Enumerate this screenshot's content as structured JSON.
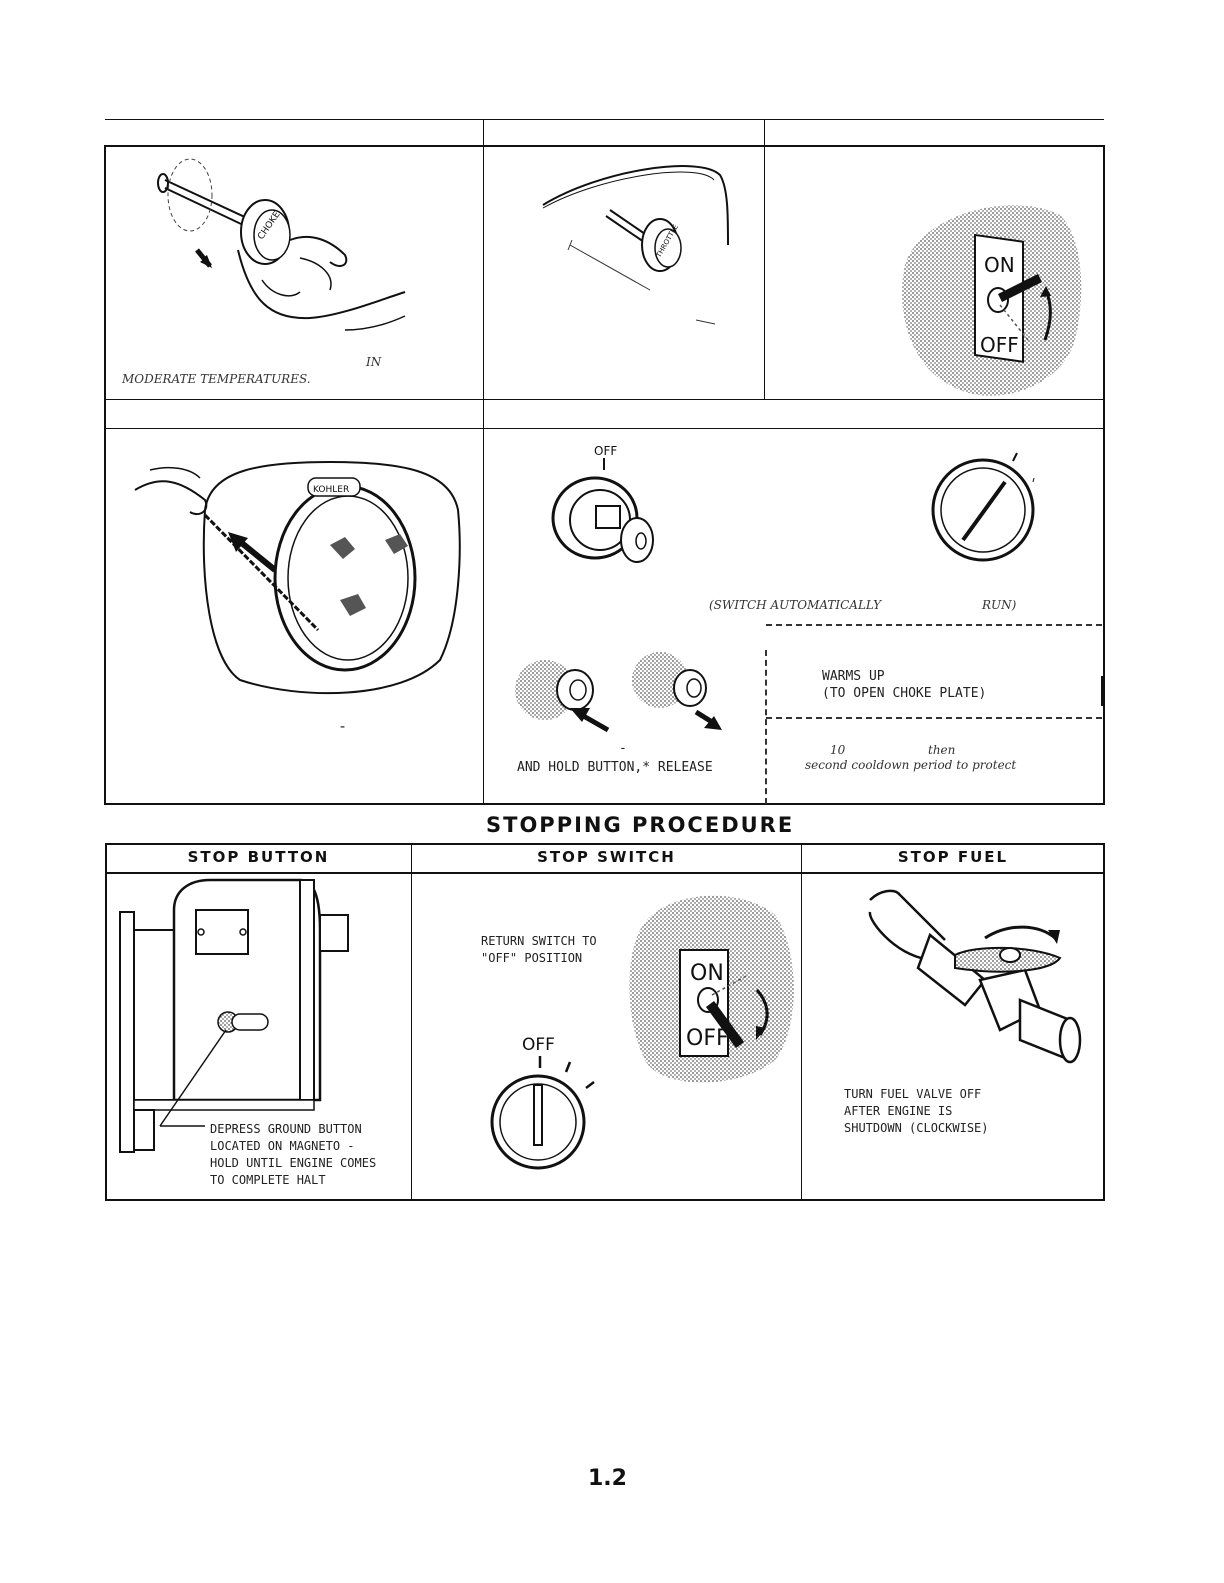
{
  "top_panels": {
    "choke_caption_line1": "IN",
    "choke_caption_line2": "MODERATE TEMPERATURES.",
    "switch_label_on": "ON",
    "switch_label_off": "OFF"
  },
  "middle_panels": {
    "knob_label": "KOHLER",
    "key_switch_off": "OFF",
    "key_caption": "(SWITCH AUTOMATICALLY",
    "key_caption_run": "RUN)",
    "dash": "-",
    "hold_button_text": "AND HOLD BUTTON,* RELEASE",
    "warms_up_text": "WARMS UP\n(TO OPEN CHOKE PLATE)",
    "cooldown_num": "10",
    "cooldown_then": "then",
    "cooldown_line2": "second cooldown period to protect"
  },
  "stopping": {
    "title": "STOPPING PROCEDURE",
    "headers": [
      "STOP BUTTON",
      "STOP SWITCH",
      "STOP FUEL"
    ],
    "stop_button_text": "DEPRESS GROUND BUTTON\nLOCATED ON MAGNETO -\nHOLD UNTIL ENGINE COMES\nTO COMPLETE HALT",
    "stop_switch_text": "RETURN SWITCH TO\n\"OFF\" POSITION",
    "stop_switch_off": "OFF",
    "stop_switch_on_label": "ON",
    "stop_switch_off_label": "OFF",
    "stop_fuel_text": "TURN FUEL VALVE OFF\nAFTER ENGINE IS\nSHUTDOWN (CLOCKWISE)"
  },
  "page_number": "1.2"
}
